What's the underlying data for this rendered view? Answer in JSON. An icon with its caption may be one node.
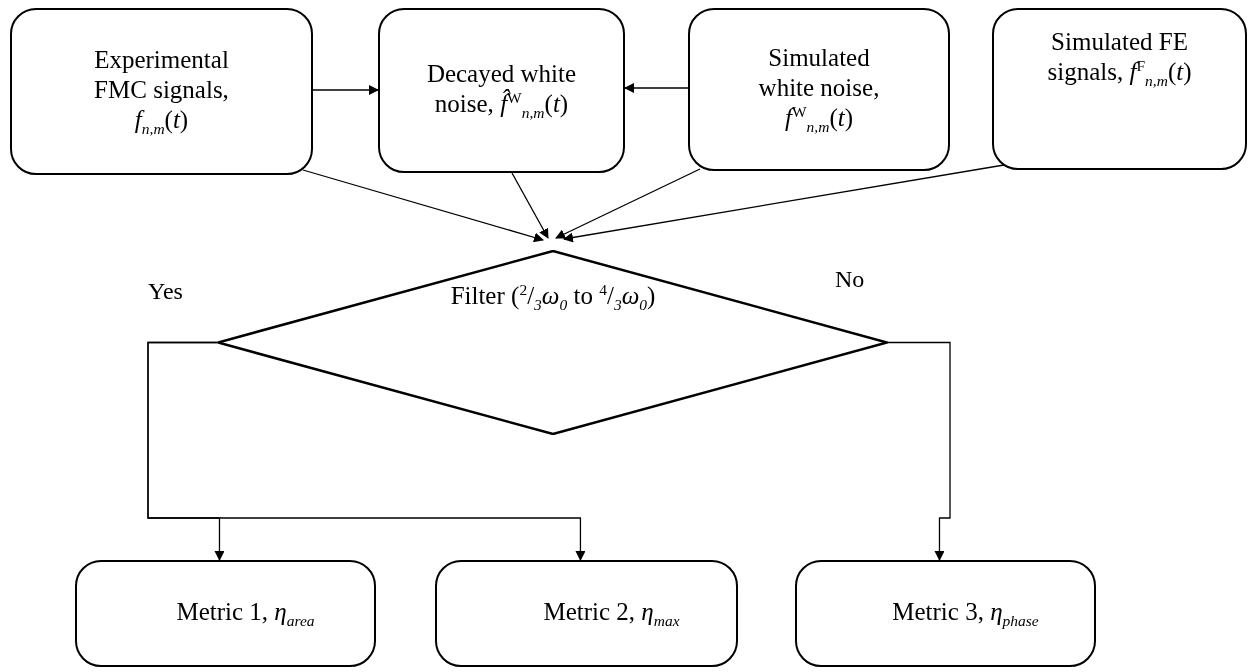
{
  "diagram": {
    "nodes": [
      {
        "text": [
          "Experimental FMC signals, *f*$_{n,m}$(*t*)"
        ]
      },
      {
        "text": [
          "Decayed white noise, *f̂*$^{W}$$_{n,m}$(*t*)"
        ]
      },
      {
        "text": [
          "Simulated white noise, *f*$^{W}$$_{n,m}$(*t*)"
        ]
      },
      {
        "text": [
          "Simulated FE signals, *f*$^{F}$$_{n,m}$(*t*)"
        ]
      },
      {
        "text": [
          "Filter ($^{2}$/$_{3}$*ω*$_{0}$ to $^{4}$/$_{3}$*ω*$_{0}$)"
        ]
      },
      {
        "text": [
          "Metric 1, *η*$_{area}$"
        ]
      },
      {
        "text": [
          "Metric 2, *η*$_{max}$"
        ]
      },
      {
        "text": [
          "Metric 3, *η*$_{phase}$"
        ]
      }
    ],
    "edges": [
      {
        "from": 0,
        "to": 1,
        "arrow": "to"
      },
      {
        "from": 2,
        "to": 1,
        "arrow": "to"
      },
      {
        "from": 0,
        "to": 4,
        "arrow": "to"
      },
      {
        "from": 1,
        "to": 4,
        "arrow": "to"
      },
      {
        "from": 2,
        "to": 4,
        "arrow": "to"
      },
      {
        "from": 3,
        "to": 4,
        "arrow": "to"
      },
      {
        "from": 4,
        "to": 5,
        "arrow": "to"
      },
      {
        "from": 4,
        "to": 6,
        "arrow": "to"
      },
      {
        "from": 4,
        "to": 7,
        "arrow": "to"
      }
    ],
    "labels": [
      "Yes",
      "No"
    ]
  }
}
